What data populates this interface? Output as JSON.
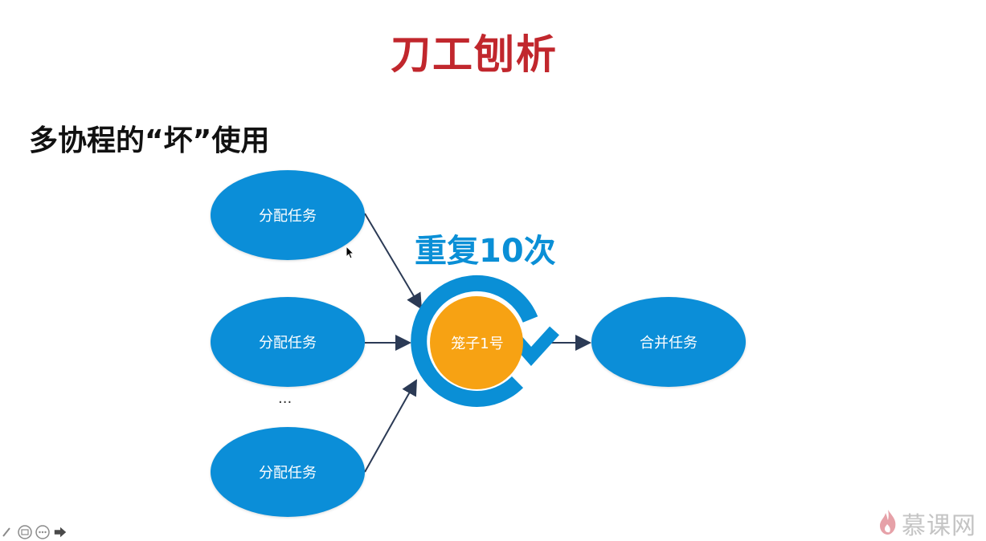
{
  "slide": {
    "title": "刀工刨析",
    "subtitle": "多协程的“坏”使用"
  },
  "diagram": {
    "repeat_label": "重复10次",
    "task_a": "分配任务",
    "task_b": "分配任务",
    "task_c": "分配任务",
    "ellipsis": "...",
    "cage": "笼子1号",
    "merge": "合并任务"
  },
  "watermark": {
    "text": "慕课网"
  },
  "controls": {
    "icons": [
      "pen-icon",
      "screen-icon",
      "more-icon",
      "next-arrow-icon"
    ]
  },
  "colors": {
    "title": "#c1272d",
    "accent_blue": "#0a8fd6",
    "ellipse_blue": "#0b8ed8",
    "cage_orange": "#f7a213",
    "arrow": "#2b3a55",
    "watermark_grey": "#c4c4c4"
  }
}
